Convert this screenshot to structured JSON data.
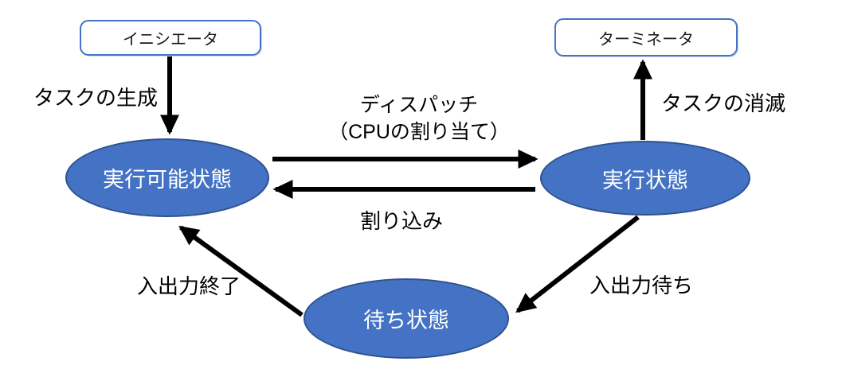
{
  "diagram": {
    "title": "task-state-transition-diagram",
    "colors": {
      "state_fill": "#4472C4",
      "state_border": "#2F528F",
      "state_text": "#FFFFFF",
      "box_fill": "#FFFFFF",
      "box_border": "#4472C4",
      "arrow": "#000000",
      "label_text": "#000000",
      "background": "#FFFFFF"
    },
    "boxes": {
      "initiator": "イニシエータ",
      "terminator": "ターミネータ"
    },
    "states": {
      "ready": "実行可能状態",
      "running": "実行状態",
      "waiting": "待ち状態"
    },
    "labels": {
      "task_create": "タスクの生成",
      "task_destroy": "タスクの消滅",
      "dispatch_line1": "ディスパッチ",
      "dispatch_line2": "（CPUの割り当て）",
      "interrupt": "割り込み",
      "io_end": "入出力終了",
      "io_wait": "入出力待ち"
    },
    "edges": [
      {
        "from": "initiator",
        "to": "ready",
        "label": "タスクの生成"
      },
      {
        "from": "running",
        "to": "terminator",
        "label": "タスクの消滅"
      },
      {
        "from": "ready",
        "to": "running",
        "label": "ディスパッチ（CPUの割り当て）"
      },
      {
        "from": "running",
        "to": "ready",
        "label": "割り込み"
      },
      {
        "from": "running",
        "to": "waiting",
        "label": "入出力待ち"
      },
      {
        "from": "waiting",
        "to": "ready",
        "label": "入出力終了"
      }
    ]
  }
}
